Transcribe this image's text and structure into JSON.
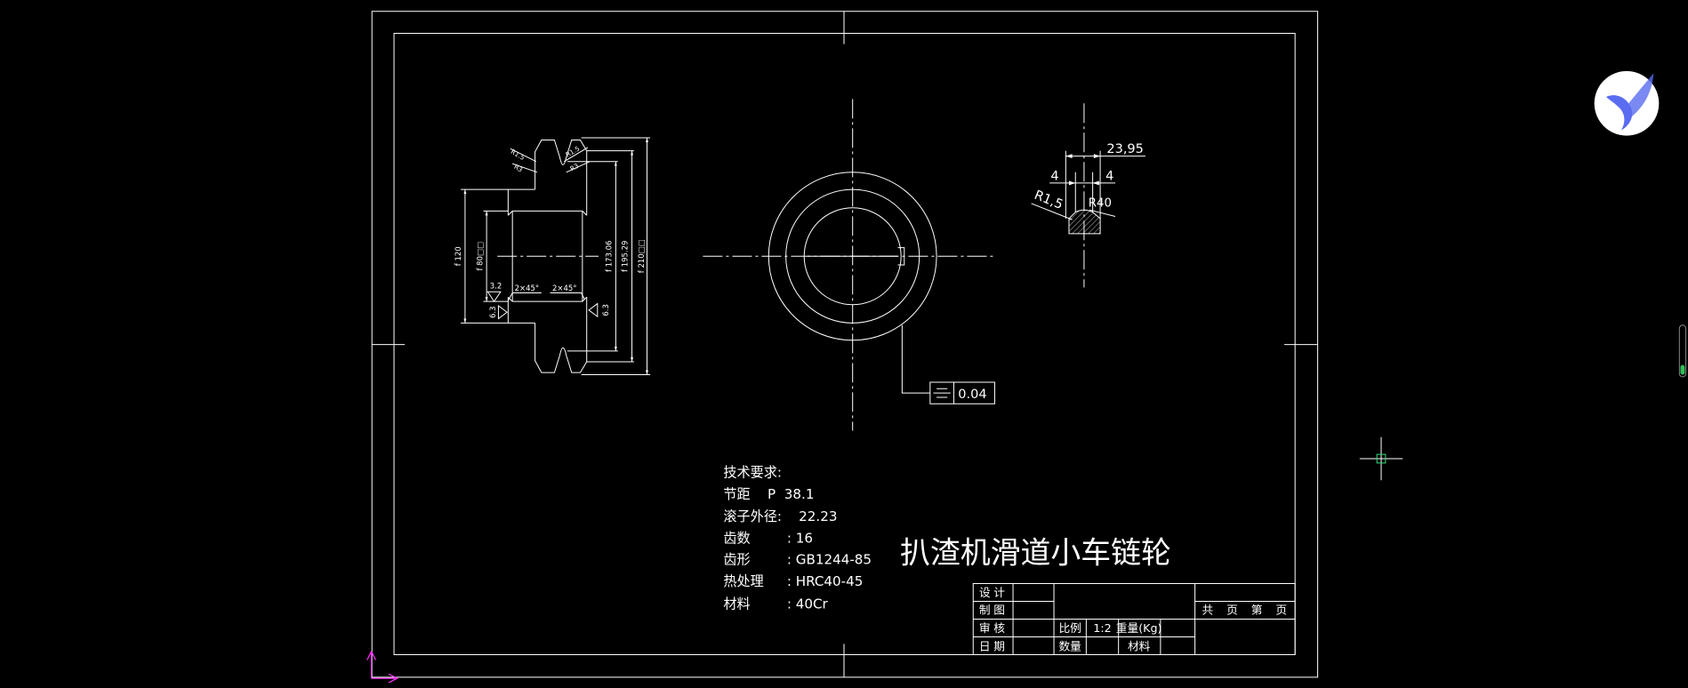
{
  "colors": {
    "background": "#000000",
    "line": "#ffffff",
    "ucs": "#ff33ff",
    "cursor_marker": "#33dd77",
    "logo_background": "#ffffff",
    "logo_bird": "#5a6cf0",
    "scroll_indicator": "#2fbf5a"
  },
  "icons": {
    "app_logo": "bird-logo-icon",
    "cursor": "crosshair-cursor-icon",
    "ucs": "ucs-axis-icon",
    "tolerance_symbol": "symmetry-icon"
  },
  "drawing": {
    "title": "扒渣机滑道小车链轮",
    "tech_requirements": {
      "heading": "技术要求:",
      "items": [
        {
          "label": "节距",
          "value": "P  38.1"
        },
        {
          "label": "滚子外径:",
          "value": "22.23"
        },
        {
          "label": "齿数",
          "value": ": 16"
        },
        {
          "label": "齿形",
          "value": ": GB1244-85"
        },
        {
          "label": "热处理",
          "value": ": HRC40-45"
        },
        {
          "label": "材料",
          "value": ": 40Cr"
        }
      ]
    },
    "section_view": {
      "dimensions": {
        "hub_diameter": "f 120",
        "bore_diameter": "f 80□□",
        "root_diameter": "f 173.06",
        "pitch_diameter": "f 195.29",
        "tip_diameter": "f 210□□"
      },
      "roughness": [
        "3.2",
        "6.3",
        "6.3"
      ],
      "chamfers": [
        "2×45°",
        "2×45°"
      ],
      "tooth_radii": [
        "R1.5",
        "R3",
        "R1.5",
        "R3"
      ]
    },
    "front_view": {
      "tolerance_value": "0.04"
    },
    "tooth_detail": {
      "width": "23,95",
      "left_offset": "4",
      "right_offset": "4",
      "small_radius": "R1,5",
      "large_radius": "R40"
    },
    "title_block": {
      "role_labels": [
        "设计",
        "制图",
        "审核",
        "日期"
      ],
      "scale_label": "比例",
      "scale_value": "1:2",
      "weight_label": "重量(Kg)",
      "quantity_label": "数量",
      "material_label": "材料",
      "sheet_label": "共 页 第 页"
    }
  }
}
